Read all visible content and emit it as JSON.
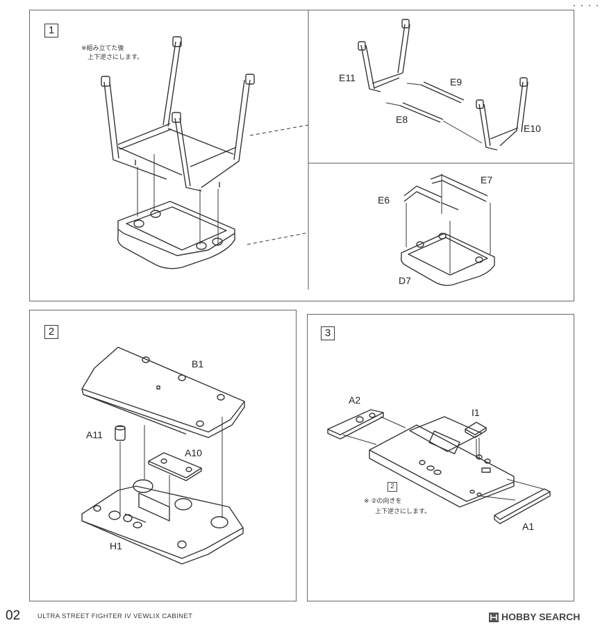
{
  "steps": {
    "step1": {
      "number": "1",
      "note_line1": "※組み立てた後",
      "note_line2": "上下逆さにします。",
      "labels": [
        "E11",
        "E9",
        "E8",
        "E10",
        "E6",
        "E7",
        "D7"
      ]
    },
    "step2": {
      "number": "2",
      "labels": [
        "B1",
        "A11",
        "A10",
        "H1"
      ]
    },
    "step3": {
      "number": "3",
      "labels": [
        "A2",
        "I1",
        "A1"
      ],
      "ref_step": "2",
      "note_line1": "※ ②の向きを",
      "note_line2": "上下逆さにします。"
    }
  },
  "footer": {
    "page_number": "02",
    "title": "ULTRA STREET FIGHTER IV VEWLIX CABINET",
    "watermark": "HOBBY SEARCH",
    "watermark_icon": "hobby-search-logo"
  },
  "top_marks": "・・・・・"
}
